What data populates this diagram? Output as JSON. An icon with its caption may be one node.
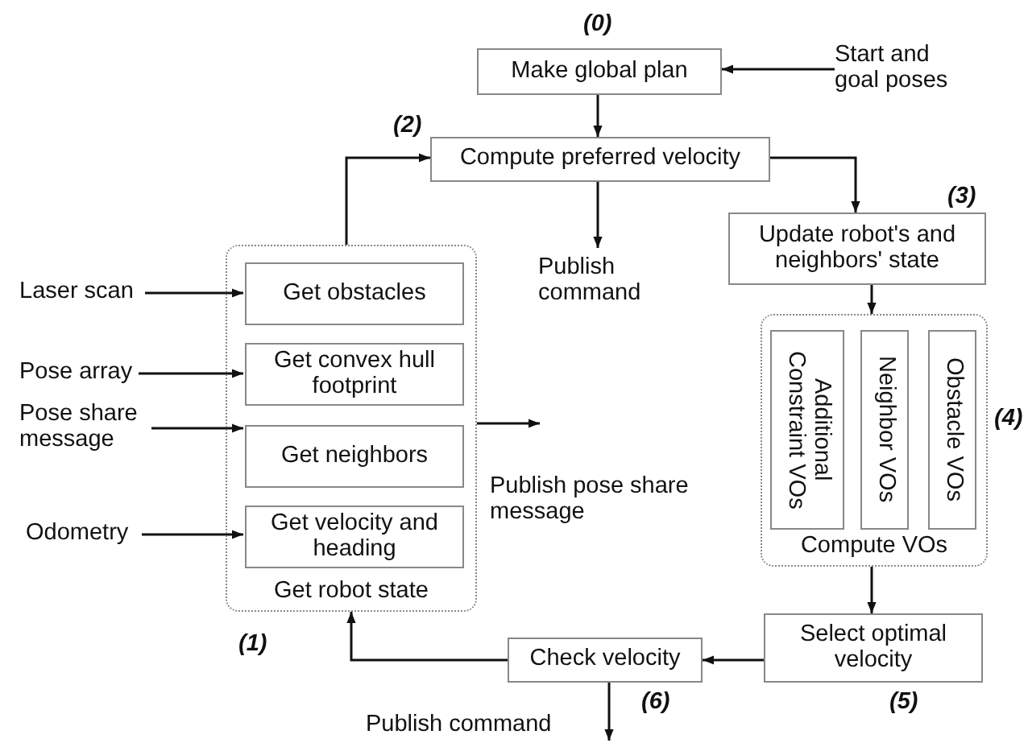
{
  "diagram": {
    "nodes": [
      {
        "text": [
          "Make global plan"
        ],
        "beside": [
          "(0)"
        ]
      },
      {
        "text": [
          "Start and goal poses"
        ]
      },
      {
        "text": [
          "Compute preferred velocity"
        ],
        "beside": [
          "(2)"
        ]
      },
      {
        "text": [
          "Publish command"
        ]
      },
      {
        "text": [
          "Update robot's and neighbors' state"
        ],
        "beside": [
          "(3)"
        ]
      },
      {
        "text": [
          "Get robot state"
        ],
        "beside": [
          "(1)"
        ]
      },
      {
        "text": [
          "Get obstacles"
        ],
        "in": 5
      },
      {
        "text": [
          "Get convex hull footprint"
        ],
        "in": 5
      },
      {
        "text": [
          "Get neighbors"
        ],
        "in": 5
      },
      {
        "text": [
          "Get velocity and heading"
        ],
        "in": 5
      },
      {
        "text": [
          "Laser scan"
        ]
      },
      {
        "text": [
          "Pose array"
        ]
      },
      {
        "text": [
          "Pose share message"
        ]
      },
      {
        "text": [
          "Odometry"
        ]
      },
      {
        "text": [
          "Publish pose share message"
        ]
      },
      {
        "text": [
          "Compute VOs"
        ],
        "beside": [
          "(4)"
        ]
      },
      {
        "text": [
          "Additional Constraint VOs"
        ],
        "in": 15
      },
      {
        "text": [
          "Neighbor VOs"
        ],
        "in": 15
      },
      {
        "text": [
          "Obstacle VOs"
        ],
        "in": 15
      },
      {
        "text": [
          "Select optimal velocity"
        ],
        "beside": [
          "(5)"
        ]
      },
      {
        "text": [
          "Check velocity"
        ],
        "beside": [
          "(6)"
        ]
      },
      {
        "text": [
          "Publish command"
        ]
      }
    ],
    "edges": [
      {
        "from": 1,
        "to": 0,
        "arrow": "to"
      },
      {
        "from": 0,
        "to": 2,
        "arrow": "to"
      },
      {
        "from": 2,
        "to": 3,
        "arrow": "to"
      },
      {
        "from": 2,
        "to": 4,
        "arrow": "to"
      },
      {
        "from": 5,
        "to": 2,
        "arrow": "to"
      },
      {
        "from": 10,
        "to": 6,
        "arrow": "to"
      },
      {
        "from": 11,
        "to": 7,
        "arrow": "to"
      },
      {
        "from": 12,
        "to": 8,
        "arrow": "to"
      },
      {
        "from": 13,
        "to": 9,
        "arrow": "to"
      },
      {
        "from": 5,
        "to": 14,
        "arrow": "to"
      },
      {
        "from": 4,
        "to": 15,
        "arrow": "to"
      },
      {
        "from": 15,
        "to": 19,
        "arrow": "to"
      },
      {
        "from": 19,
        "to": 20,
        "arrow": "to"
      },
      {
        "from": 20,
        "to": 5,
        "arrow": "to"
      },
      {
        "from": 20,
        "to": 21,
        "arrow": "to"
      }
    ]
  }
}
